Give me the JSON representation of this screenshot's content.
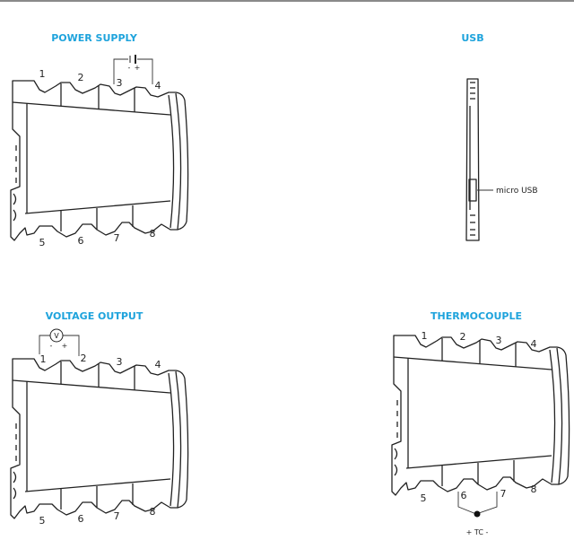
{
  "sections": {
    "power_supply": {
      "title": "POWER SUPPLY",
      "top_terminals": [
        "1",
        "2",
        "3",
        "4"
      ],
      "bottom_terminals": [
        "5",
        "6",
        "7",
        "8"
      ],
      "polarity_minus": "-",
      "polarity_plus": "+"
    },
    "usb": {
      "title": "USB",
      "port_label": "micro USB"
    },
    "voltage_output": {
      "title": "VOLTAGE OUTPUT",
      "top_terminals": [
        "1",
        "2",
        "3",
        "4"
      ],
      "bottom_terminals": [
        "5",
        "6",
        "7",
        "8"
      ],
      "meter_symbol": "V",
      "polarity_minus": "-",
      "polarity_plus": "+"
    },
    "thermocouple": {
      "title": "THERMOCOUPLE",
      "top_terminals": [
        "1",
        "2",
        "3",
        "4"
      ],
      "bottom_terminals": [
        "5",
        "6",
        "7",
        "8"
      ],
      "sensor_label": "+ TC -"
    }
  },
  "colors": {
    "title": "#1ea3dc",
    "lines": "#222222"
  }
}
